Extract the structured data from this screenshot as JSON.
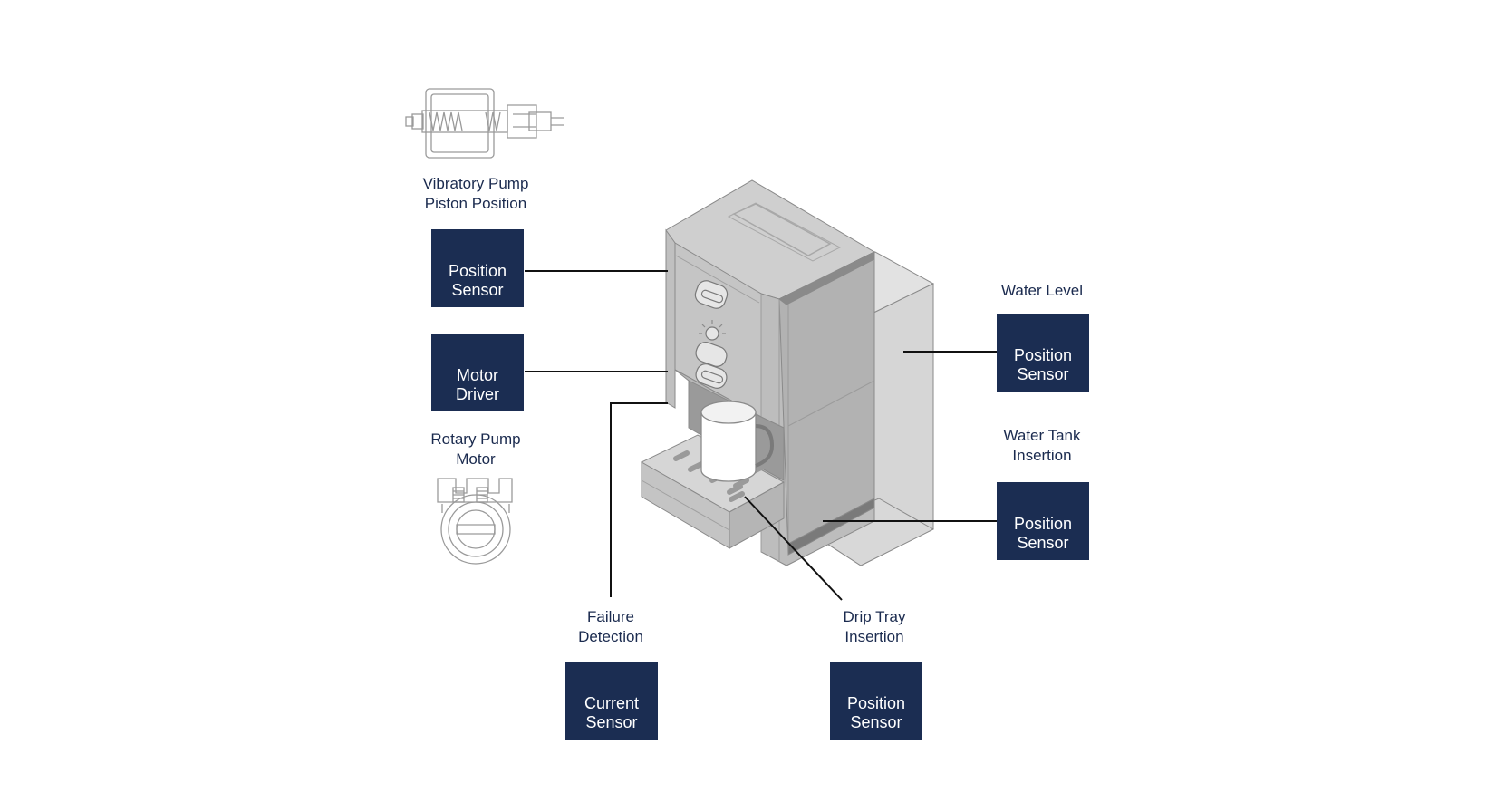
{
  "colors": {
    "box_fill": "#1b2d52",
    "box_text": "#ffffff",
    "caption_text": "#1b2b4f",
    "leader_line": "#111111",
    "machine_gray": "#c9c9c9"
  },
  "labels": {
    "vibratory_pump": [
      "Vibratory Pump",
      "Piston Position"
    ],
    "rotary_pump": [
      "Rotary Pump",
      "Motor"
    ],
    "failure_detection": [
      "Failure",
      "Detection"
    ],
    "drip_tray": [
      "Drip Tray",
      "Insertion"
    ],
    "water_level": [
      "Water Level"
    ],
    "water_tank": [
      "Water Tank",
      "Insertion"
    ]
  },
  "boxes": {
    "vibratory_position_sensor": [
      "Position",
      "Sensor"
    ],
    "motor_driver": [
      "Motor",
      "Driver"
    ],
    "current_sensor": [
      "Current",
      "Sensor"
    ],
    "drip_tray_position_sensor": [
      "Position",
      "Sensor"
    ],
    "water_level_position_sensor": [
      "Position",
      "Sensor"
    ],
    "water_tank_position_sensor": [
      "Position",
      "Sensor"
    ]
  },
  "icons": {
    "vibratory_pump": "vibratory-pump-icon",
    "rotary_pump": "rotary-pump-icon",
    "coffee_machine": "coffee-machine-illustration"
  }
}
